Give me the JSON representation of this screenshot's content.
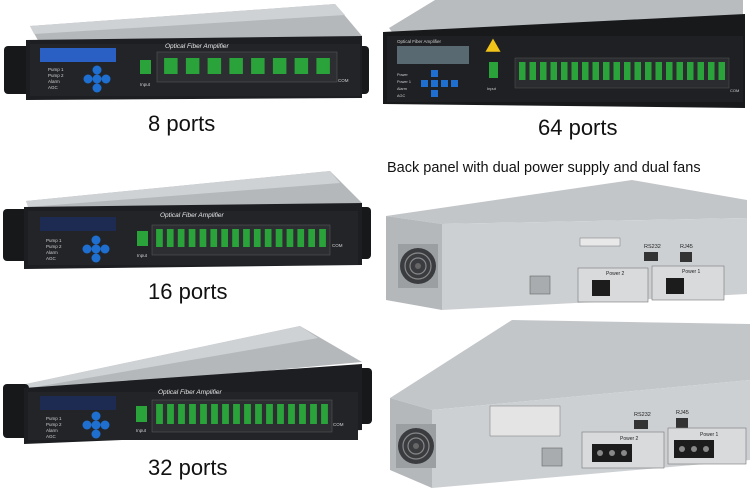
{
  "products": [
    {
      "id": "p8",
      "caption": "8 ports",
      "panel_title": "Optical Fiber Amplifier",
      "input_label": "Input",
      "com_label": "COM",
      "status_labels": [
        "Pump 1",
        "Pump 2",
        "Alarm",
        "AGC"
      ],
      "port_count": 8
    },
    {
      "id": "p16",
      "caption": "16 ports",
      "panel_title": "Optical Fiber Amplifier",
      "input_label": "Input",
      "com_label": "COM",
      "status_labels": [
        "Pump 1",
        "Pump 2",
        "Alarm",
        "AGC"
      ],
      "port_count": 16
    },
    {
      "id": "p32",
      "caption": "32 ports",
      "panel_title": "Optical Fiber Amplifier",
      "input_label": "Input",
      "com_label": "COM",
      "status_labels": [
        "Pump 1",
        "Pump 2",
        "Alarm",
        "AGC"
      ],
      "port_count": 32
    },
    {
      "id": "p64",
      "caption": "64 ports",
      "panel_title": "Optical Fiber Amplifier",
      "input_label": "Input",
      "com_label": "COM",
      "status_labels": [
        "Power",
        "Power 1",
        "Alarm",
        "AGC"
      ],
      "port_count": 64
    }
  ],
  "back_panel": {
    "heading": "Back panel with dual power supply and dual fans",
    "rs232_label": "RS232",
    "rj45_label": "RJ45",
    "power1_label": "Power 1",
    "power2_label": "Power 2"
  },
  "colors": {
    "chassis_dark": "#1b1d20",
    "chassis_silver": "#b9bcbf",
    "lcd_blue": "#2a5fc4",
    "keypad_blue": "#1f6fd0",
    "adapter_green": "#29a33a",
    "back_panel": "#c9cccf"
  }
}
